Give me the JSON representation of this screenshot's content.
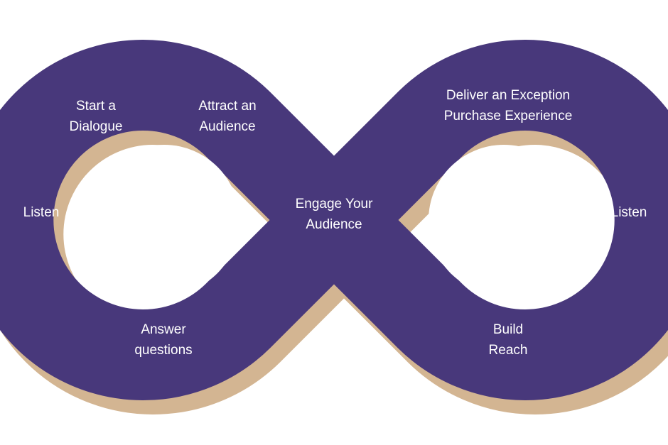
{
  "colors": {
    "loop": "#48387b",
    "shadow": "#d3b592",
    "background": "#ffffff",
    "text": "#ffffff"
  },
  "labels": {
    "start_dialogue": {
      "line1": "Start a",
      "line2": "Dialogue"
    },
    "attract_audience": {
      "line1": "Attract an",
      "line2": "Audience"
    },
    "listen_left": {
      "line1": "Listen"
    },
    "engage_audience": {
      "line1": "Engage Your",
      "line2": "Audience"
    },
    "answer_questions": {
      "line1": "Answer",
      "line2": "questions"
    },
    "deliver_experience": {
      "line1": "Deliver an Exception",
      "line2": "Purchase Experience"
    },
    "listen_right": {
      "line1": "Listen"
    },
    "build_reach": {
      "line1": "Build",
      "line2": "Reach"
    }
  }
}
